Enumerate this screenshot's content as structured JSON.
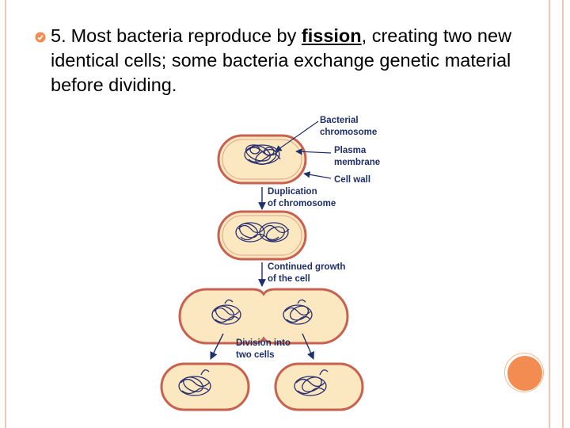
{
  "bullet": {
    "number": "5.",
    "text_before": "Most bacteria reproduce by ",
    "keyword": "fission",
    "text_after": ", creating two new identical cells; some bacteria exchange genetic material before dividing."
  },
  "diagram": {
    "labels": {
      "chromosome_1": "Bacterial",
      "chromosome_2": "chromosome",
      "membrane_1": "Plasma",
      "membrane_2": "membrane",
      "cell_wall": "Cell wall",
      "duplication_1": "Duplication",
      "duplication_2": "of chromosome",
      "growth_1": "Continued growth",
      "growth_2": "of the cell",
      "division_1": "Division into",
      "division_2": "two cells"
    }
  },
  "colors": {
    "frame": "#f3c7b4",
    "accent": "#f28c50",
    "bullet": "#f28c50",
    "label": "#1e2f6b",
    "cell_fill": "#fbe8c0",
    "cell_wall": "#c8614f"
  }
}
